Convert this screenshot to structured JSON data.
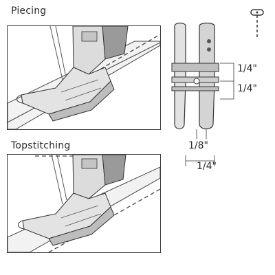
{
  "figure": {
    "sections": [
      {
        "title": "Piecing"
      },
      {
        "title": "Topstitching"
      }
    ],
    "measurements": {
      "upper": "1/4\"",
      "lower": "1/4\"",
      "left_eighth": "1/8\"",
      "left_quarter": "1/4\""
    }
  }
}
